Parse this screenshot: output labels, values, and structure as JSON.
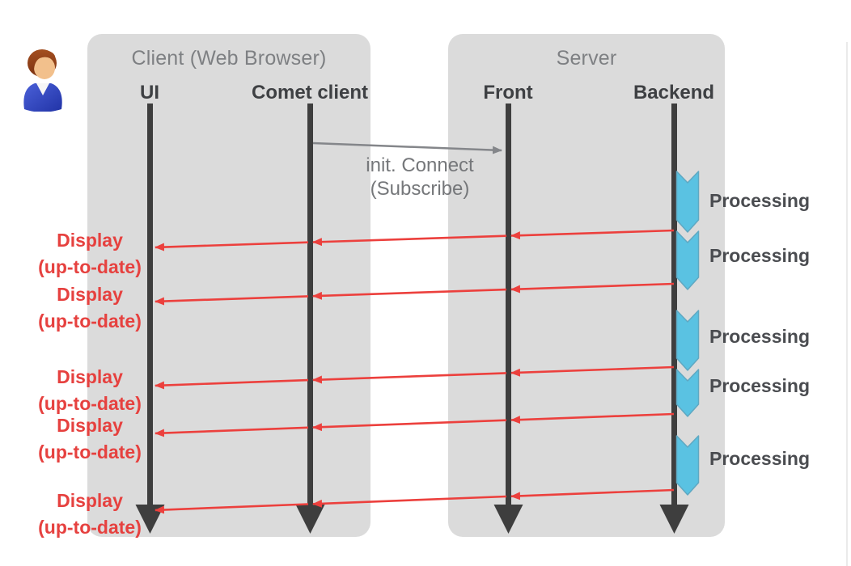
{
  "actor": {
    "icon": "user-icon"
  },
  "client_panel": {
    "title": "Client (Web Browser)",
    "lifelines": [
      {
        "label": "UI"
      },
      {
        "label": "Comet client"
      }
    ]
  },
  "server_panel": {
    "title": "Server",
    "lifelines": [
      {
        "label": "Front"
      },
      {
        "label": "Backend"
      }
    ]
  },
  "messages": {
    "init_connect": {
      "line1": "init. Connect",
      "line2": "(Subscribe)"
    },
    "display_updates": [
      {
        "line1": "Display",
        "line2": "(up-to-date)"
      },
      {
        "line1": "Display",
        "line2": "(up-to-date)"
      },
      {
        "line1": "Display",
        "line2": "(up-to-date)"
      },
      {
        "line1": "Display",
        "line2": "(up-to-date)"
      },
      {
        "line1": "Display",
        "line2": "(up-to-date)"
      }
    ],
    "processing_labels": [
      "Processing",
      "Processing",
      "Processing",
      "Processing",
      "Processing"
    ]
  },
  "colors": {
    "panel_background": "#dbdbdb",
    "lifeline_dark": "#3e3e3e",
    "message_red": "#ec403d",
    "display_label_red": "#e6413f",
    "chevron_fill": "#5ac2e2",
    "chevron_stroke": "#5fa8c2",
    "init_arrow_gray": "#84868a",
    "panel_title_gray": "#7e8083",
    "lifeline_header_text": "#3e4043",
    "processing_text": "#4a4c50"
  }
}
